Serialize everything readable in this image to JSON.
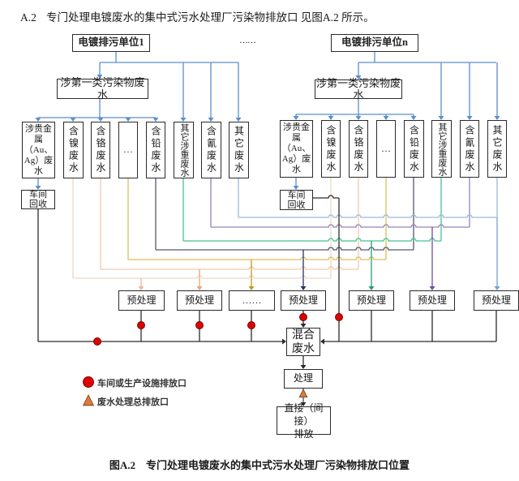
{
  "heading": {
    "number": "A.2",
    "text": "专门处理电镀废水的集中式污水处理厂污染物排放口 见图A.2 所示。"
  },
  "units": {
    "unit_1": "电镀排污单位1",
    "ellipsis": "……",
    "unit_n": "电镀排污单位n"
  },
  "category": "涉第一类污染物废水",
  "streams": [
    {
      "key": "precious",
      "label": "涉贵金属（Au、Ag）废水",
      "lines": [
        "涉贵金",
        "属",
        "（Au、",
        "Ag）废",
        "水"
      ]
    },
    {
      "key": "nickel",
      "label": "含镍废水",
      "color": "#ecd9c7",
      "arrow_color": "#e8b89a"
    },
    {
      "key": "chromium",
      "label": "含铬废水",
      "color": "#f0c9ad",
      "arrow_color": "#e3a47e"
    },
    {
      "key": "more",
      "label": "…",
      "color": "#d9bf5e",
      "arrow_color": "#b89d18"
    },
    {
      "key": "lead",
      "label": "含铅废水",
      "color": "#55576a",
      "arrow_color": "#263262"
    },
    {
      "key": "other-heavy",
      "label": "其它涉重废水",
      "color": "#45c294",
      "arrow_color": "#1fa06e"
    },
    {
      "key": "cyanide",
      "label": "含氰废水",
      "color": "#9483bb",
      "arrow_color": "#6c4aa8"
    },
    {
      "key": "other",
      "label": "其它废水",
      "color": "#9bb9d9",
      "arrow_color": "#6fa2d2"
    }
  ],
  "recovery": {
    "label": "车间回收",
    "lines": [
      "车间",
      "回收"
    ]
  },
  "pretreatment": [
    "预处理",
    "预处理",
    "……",
    "预处理",
    "预处理",
    "预处理",
    "预处理"
  ],
  "mix": {
    "label": "混合废水",
    "lines": [
      "混合",
      "废水"
    ]
  },
  "treatment": "处理",
  "discharge": {
    "label": "直接（间接）排放",
    "lines": [
      "直接（间接）",
      "排放"
    ]
  },
  "colors": {
    "feed_line": "#5b8fcb",
    "main_line": "#2b2b2b",
    "outlet_dot": "#e00000",
    "outlet_dot_border": "#6a0000",
    "total_outlet": "#e07a3a",
    "total_outlet_border": "#6b3a14"
  },
  "legend": [
    {
      "icon": "red-circle",
      "label": "车间或生产设施排放口"
    },
    {
      "icon": "orange-triangle",
      "label": "废水处理总排放口"
    }
  ],
  "caption": "图A.2　专门处理电镀废水的集中式污水处理厂污染物排放口位置"
}
